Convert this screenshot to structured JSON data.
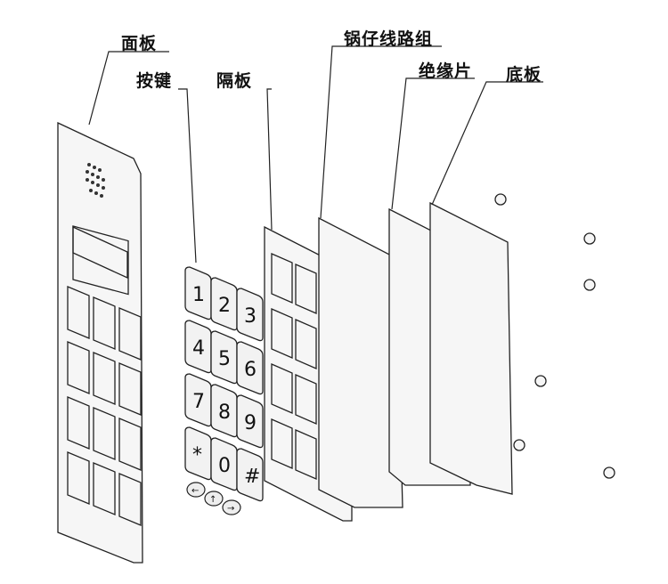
{
  "diagram": {
    "title": "Keypad exploded view",
    "labels": {
      "panel": "面板",
      "keys": "按键",
      "spacer": "隔板",
      "circuit": "锅仔线路组",
      "insulator": "绝缘片",
      "base": "底板"
    },
    "keys": [
      "1",
      "2",
      "3",
      "4",
      "5",
      "6",
      "7",
      "8",
      "9",
      "*",
      "0",
      "#"
    ],
    "small_keys": [
      "←",
      "↑",
      "→"
    ],
    "colors": {
      "line": "#222222",
      "fill": "#f4f4f4",
      "label": "#111111"
    }
  }
}
